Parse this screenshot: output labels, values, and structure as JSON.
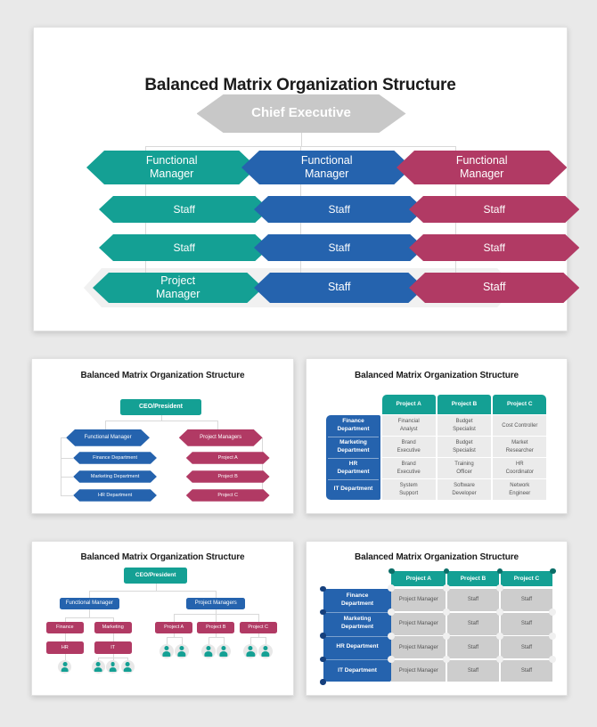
{
  "page": {
    "background": "#e9e9e9"
  },
  "colors": {
    "teal": "#14A094",
    "blue": "#2563AE",
    "crimson": "#B13A64",
    "gray_node": "#C8C8C8",
    "band": "#F1F1F1",
    "connector": "#D9D9D9",
    "cell_gray_light": "#EBEBEB",
    "cell_gray_dark": "#CDCDCD",
    "cell_text": "#555555",
    "dot_white": "#F0F0F0",
    "dot_teal_dark": "#0B6E68",
    "dot_blue_dark": "#16407D",
    "title_text": "#1B1B1B"
  },
  "slide1": {
    "title": "Balanced Matrix Organization Structure",
    "root": "Chief Executive",
    "columns": [
      {
        "color": "teal",
        "items": [
          "Functional Manager",
          "Staff",
          "Staff",
          "Project Manager"
        ]
      },
      {
        "color": "blue",
        "items": [
          "Functional Manager",
          "Staff",
          "Staff",
          "Staff"
        ]
      },
      {
        "color": "crimson",
        "items": [
          "Functional Manager",
          "Staff",
          "Staff",
          "Staff"
        ]
      }
    ]
  },
  "slide2": {
    "title": "Balanced Matrix Organization Structure",
    "root": "CEO/President",
    "left": {
      "color": "blue",
      "head": "Functional Manager",
      "items": [
        "Finance Department",
        "Marketing Department",
        "HR Department"
      ]
    },
    "right": {
      "color": "crimson",
      "head": "Project Managers",
      "items": [
        "Project A",
        "Project B",
        "Project C"
      ]
    }
  },
  "slide3": {
    "title": "Balanced Matrix Organization Structure",
    "columns": [
      "Project A",
      "Project B",
      "Project C"
    ],
    "rows": [
      {
        "header": "Finance Department",
        "cells": [
          "Financial Analyst",
          "Budget Specialist",
          "Cost Controller"
        ]
      },
      {
        "header": "Marketing Department",
        "cells": [
          "Brand Executive",
          "Budget Specialist",
          "Market Researcher"
        ]
      },
      {
        "header": "HR Department",
        "cells": [
          "Brand Executive",
          "Training Officer",
          "HR Coordinator"
        ]
      },
      {
        "header": "IT Department",
        "cells": [
          "System Support",
          "Software Developer",
          "Network Engineer"
        ]
      }
    ]
  },
  "slide4": {
    "title": "Balanced Matrix Organization Structure",
    "root": "CEO/President",
    "functional": {
      "head": "Functional Manager",
      "groups": [
        {
          "top": "Finance",
          "bottom": "HR",
          "people": 1
        },
        {
          "top": "Marketing",
          "bottom": "IT",
          "people": 3
        }
      ]
    },
    "projects": {
      "head": "Project Managers",
      "items": [
        {
          "label": "Project A",
          "people": 2
        },
        {
          "label": "Project B",
          "people": 2
        },
        {
          "label": "Project C",
          "people": 2
        }
      ]
    },
    "person_icon": "person-icon"
  },
  "slide5": {
    "title": "Balanced Matrix Organization Structure",
    "columns": [
      "Project A",
      "Project B",
      "Project C"
    ],
    "rows": [
      {
        "header": "Finance Department",
        "cells": [
          "Project Manager",
          "Staff",
          "Staff"
        ]
      },
      {
        "header": "Marketing Department",
        "cells": [
          "Project Manager",
          "Staff",
          "Staff"
        ]
      },
      {
        "header": "HR Department",
        "cells": [
          "Project Manager",
          "Staff",
          "Staff"
        ]
      },
      {
        "header": "IT Department",
        "cells": [
          "Project Manager",
          "Staff",
          "Staff"
        ]
      }
    ]
  }
}
